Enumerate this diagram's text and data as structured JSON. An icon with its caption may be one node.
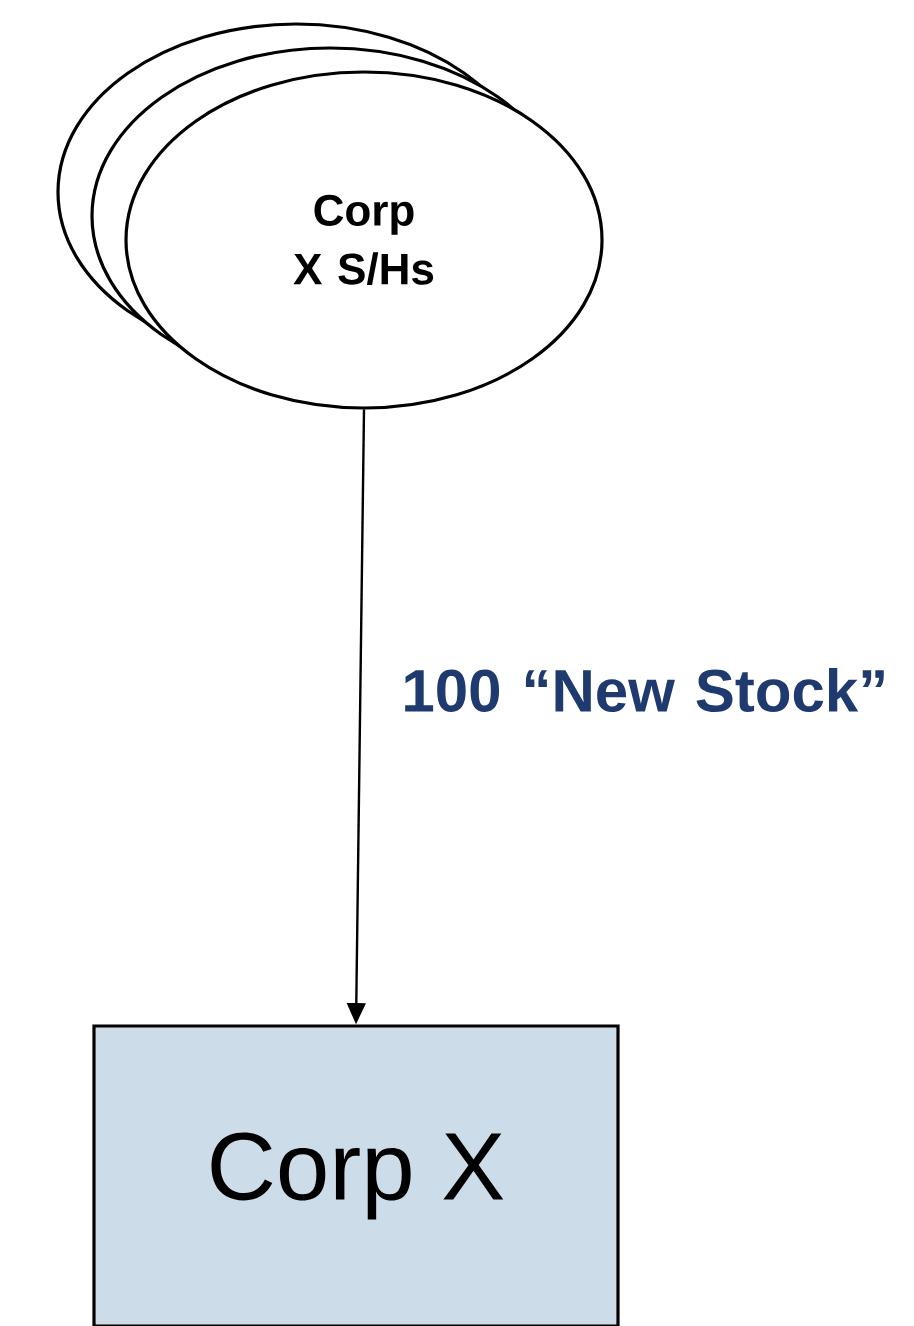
{
  "diagram": {
    "nodes": [
      {
        "text": [
          "Corp X S/Hs"
        ]
      },
      {
        "text": [
          "Corp X"
        ]
      }
    ],
    "edges": [
      {
        "from": 0,
        "to": 1,
        "arrow": "to",
        "label": "100 “New Stock”"
      }
    ]
  }
}
